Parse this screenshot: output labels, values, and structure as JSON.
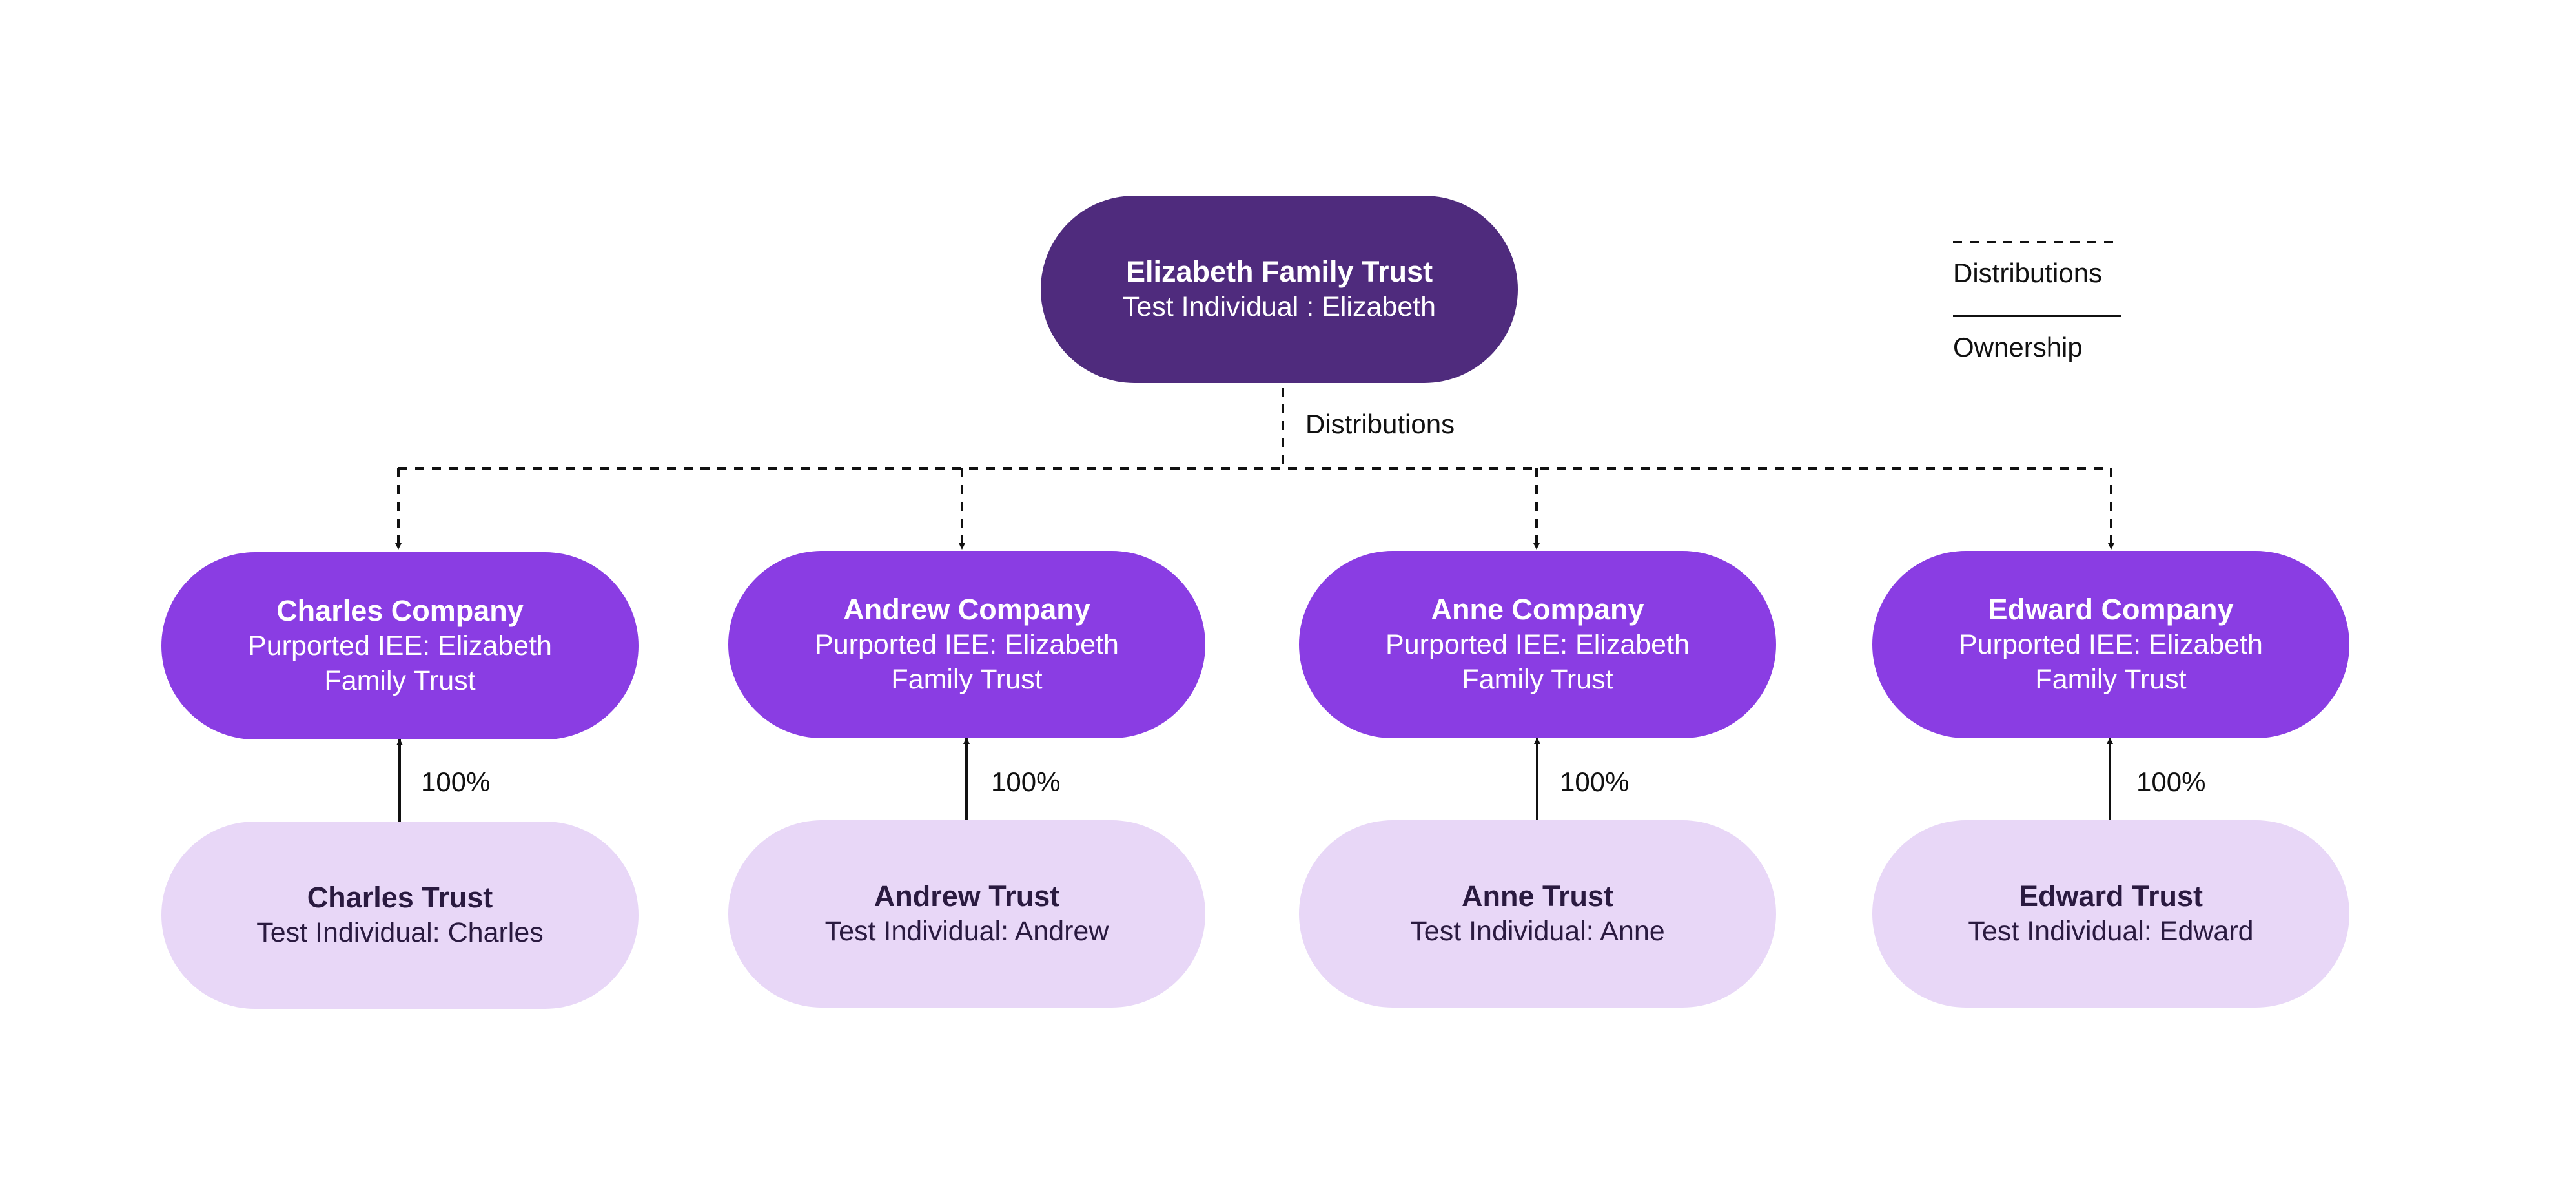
{
  "colors": {
    "root_fill": "#4f2b7d",
    "company_fill": "#8a3de3",
    "trust_fill": "#e8d7f7",
    "line": "#111111",
    "text_on_dark": "#ffffff",
    "text_on_light": "#2a1a40"
  },
  "legend": {
    "distributions": "Distributions",
    "ownership": "Ownership"
  },
  "root": {
    "title": "Elizabeth Family Trust",
    "subtitle": "Test Individual : Elizabeth",
    "edge_label": "Distributions"
  },
  "branches": [
    {
      "company_title": "Charles Company",
      "company_line1": "Purported IEE: Elizabeth",
      "company_line2": "Family Trust",
      "ownership_label": "100%",
      "trust_title": "Charles Trust",
      "trust_subtitle": "Test Individual: Charles"
    },
    {
      "company_title": "Andrew Company",
      "company_line1": "Purported IEE: Elizabeth",
      "company_line2": "Family Trust",
      "ownership_label": "100%",
      "trust_title": "Andrew Trust",
      "trust_subtitle": "Test Individual: Andrew"
    },
    {
      "company_title": "Anne Company",
      "company_line1": "Purported IEE: Elizabeth",
      "company_line2": "Family Trust",
      "ownership_label": "100%",
      "trust_title": "Anne Trust",
      "trust_subtitle": "Test Individual: Anne"
    },
    {
      "company_title": "Edward Company",
      "company_line1": "Purported IEE: Elizabeth",
      "company_line2": "Family Trust",
      "ownership_label": "100%",
      "trust_title": "Edward Trust",
      "trust_subtitle": "Test Individual: Edward"
    }
  ]
}
